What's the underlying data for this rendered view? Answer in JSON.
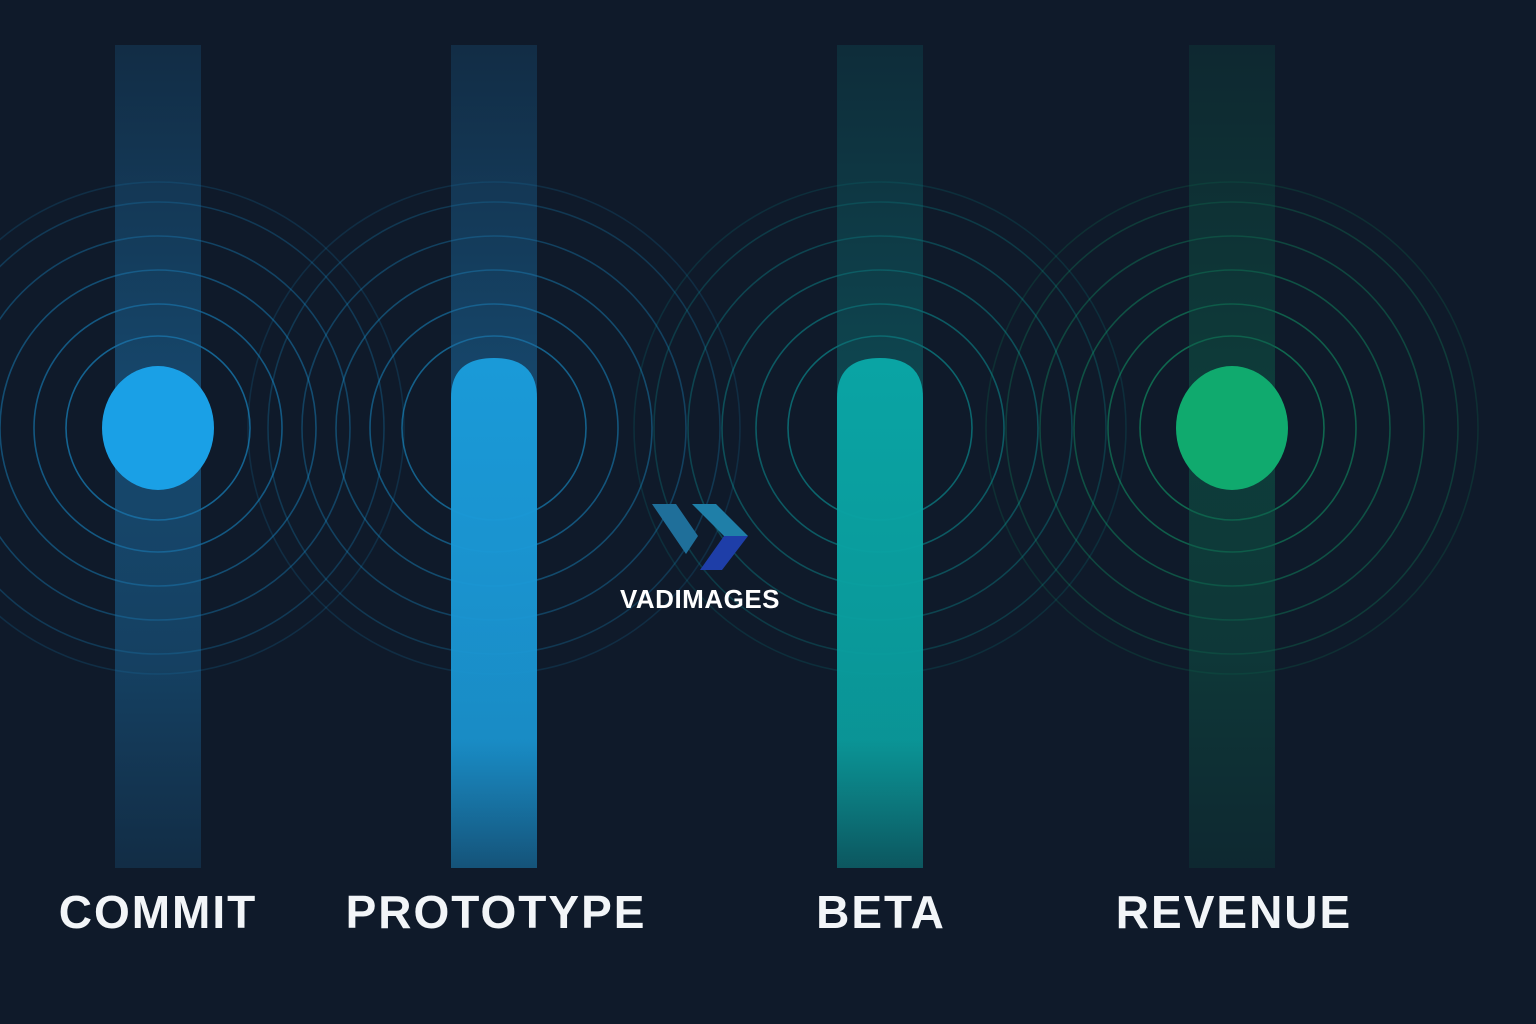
{
  "background": "#0f1a2a",
  "logo": {
    "text": "VADIMAGES",
    "icon": "double-chevron-logo-icon",
    "colors": [
      "#1f6f9a",
      "#1e3ea8"
    ]
  },
  "stages": [
    {
      "label": "COMMIT",
      "color": "#1aa0e6",
      "barColor": "#1c6fa6",
      "marker": "dot",
      "fill": 0.0
    },
    {
      "label": "PROTOTYPE",
      "color": "#1a9ad8",
      "barColor": "#1c6fa6",
      "marker": "fill",
      "fill": 0.62
    },
    {
      "label": "BETA",
      "color": "#0aa4a4",
      "barColor": "#0c6e72",
      "marker": "fill",
      "fill": 0.62
    },
    {
      "label": "REVENUE",
      "color": "#10aa6e",
      "barColor": "#0c5a48",
      "marker": "dot",
      "fill": 0.0
    }
  ]
}
